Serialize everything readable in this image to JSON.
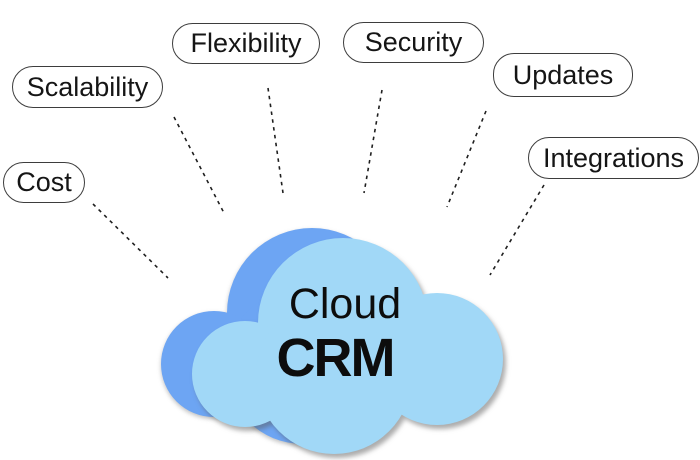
{
  "page": {
    "background": "#ffffff"
  },
  "cloud": {
    "title_line1": "Cloud",
    "title_line2": "CRM",
    "front_color": "#A1D8F7",
    "back_color": "#6DA5F3",
    "text_color": "#0d0d0d"
  },
  "connectors": {
    "color": "#1f1f1f"
  },
  "labels": {
    "pill_border_color": "#3d3d3d",
    "pill_background": "#ffffff",
    "items": [
      {
        "id": "cost",
        "text": "Cost"
      },
      {
        "id": "scalability",
        "text": "Scalability"
      },
      {
        "id": "flexibility",
        "text": "Flexibility"
      },
      {
        "id": "security",
        "text": "Security"
      },
      {
        "id": "updates",
        "text": "Updates"
      },
      {
        "id": "integrations",
        "text": "Integrations"
      }
    ]
  }
}
